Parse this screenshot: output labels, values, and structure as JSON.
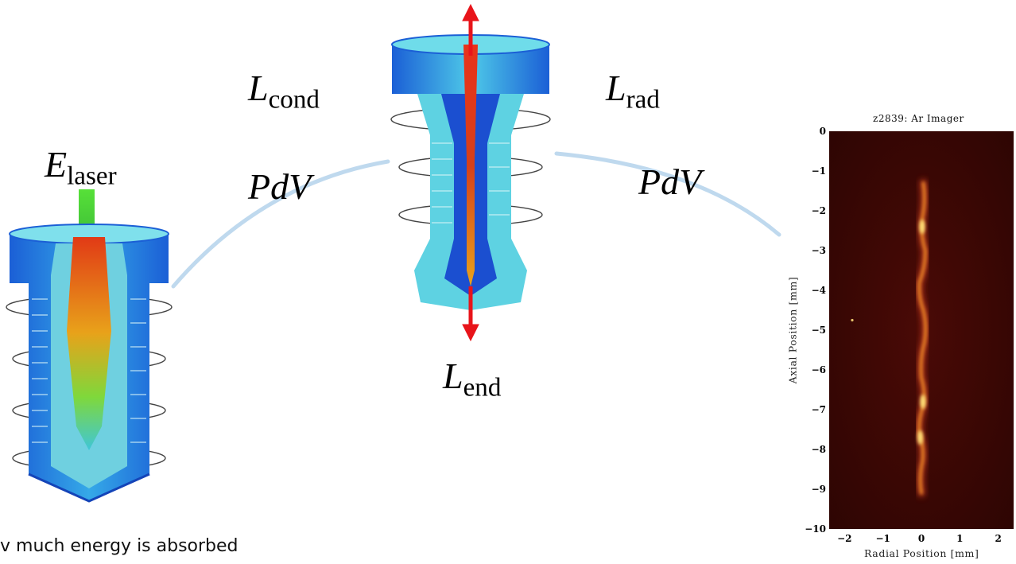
{
  "labels": {
    "e_laser": {
      "base": "E",
      "sub": "laser"
    },
    "l_cond": {
      "base": "L",
      "sub": "cond"
    },
    "l_rad": {
      "base": "L",
      "sub": "rad"
    },
    "l_end": {
      "base": "L",
      "sub": "end"
    },
    "pdv_left": "PdV",
    "pdv_right": "PdV"
  },
  "caption": "v much energy is absorbed",
  "colors": {
    "arc": "#bfd9ee",
    "arrow": "#e8141a",
    "laser_beam": "#44dd22",
    "plot_bg": "#3a0806"
  },
  "chart_data": {
    "type": "heatmap",
    "title": "z2839: Ar Imager",
    "xlabel": "Radial Position [mm]",
    "ylabel": "Axial Position [mm]",
    "xlim": [
      -2.4,
      2.4
    ],
    "ylim": [
      -10,
      0
    ],
    "xticks": [
      "−2",
      "−1",
      "0",
      "1",
      "2"
    ],
    "yticks": [
      "0",
      "−1",
      "−2",
      "−3",
      "−4",
      "−5",
      "−6",
      "−7",
      "−8",
      "−9",
      "−10"
    ],
    "xtick_values": [
      -2,
      -1,
      0,
      1,
      2
    ],
    "ytick_values": [
      0,
      -1,
      -2,
      -3,
      -4,
      -5,
      -6,
      -7,
      -8,
      -9,
      -10
    ],
    "emission_column": [
      {
        "z": -1.3,
        "r": 0.05
      },
      {
        "z": -2.2,
        "r": 0.02
      },
      {
        "z": -3.0,
        "r": 0.1
      },
      {
        "z": -3.8,
        "r": -0.05
      },
      {
        "z": -4.5,
        "r": 0.05
      },
      {
        "z": -5.3,
        "r": 0.08
      },
      {
        "z": -6.2,
        "r": 0.0
      },
      {
        "z": -6.9,
        "r": 0.05
      },
      {
        "z": -7.6,
        "r": -0.05
      },
      {
        "z": -8.3,
        "r": 0.03
      },
      {
        "z": -9.1,
        "r": 0.0
      }
    ],
    "hotspots": [
      {
        "z": -2.4,
        "r": 0.02
      },
      {
        "z": -6.8,
        "r": 0.04
      },
      {
        "z": -7.7,
        "r": -0.03
      }
    ],
    "stray_point": {
      "z": -4.75,
      "r": -1.8
    }
  }
}
